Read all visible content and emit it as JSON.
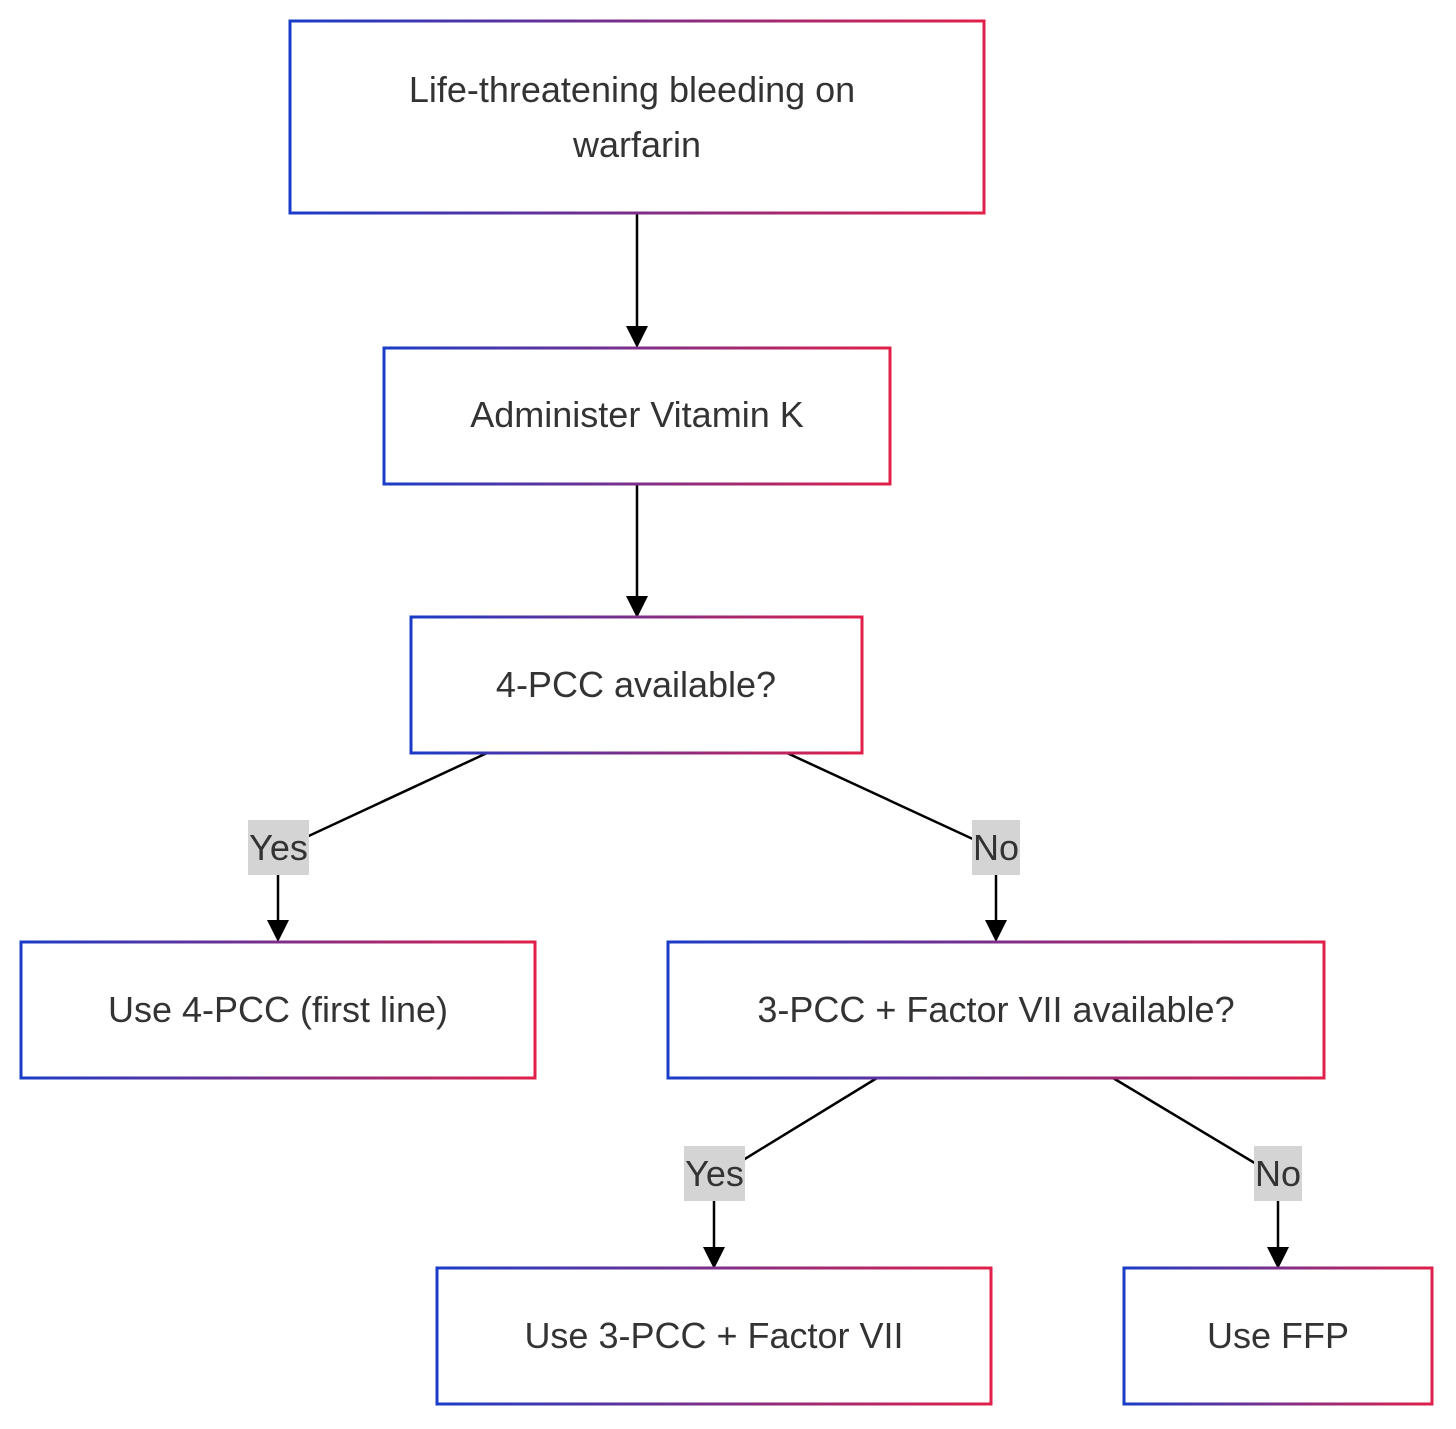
{
  "colors": {
    "border_gradient_start": "#1a3cc8",
    "border_gradient_end": "#e0204a",
    "text": "#333333",
    "edge": "#000000",
    "edge_label_background": "#d4d4d4",
    "node_fill": "#ffffff"
  },
  "nodes": {
    "start": {
      "line1": "Life-threatening bleeding on",
      "line2": "warfarin"
    },
    "vitamin_k": {
      "label": "Administer Vitamin K"
    },
    "pcc4_check": {
      "label": "4-PCC available?"
    },
    "use_pcc4": {
      "label": "Use 4-PCC (first line)"
    },
    "pcc3_check": {
      "label": "3-PCC + Factor VII available?"
    },
    "use_pcc3": {
      "label": "Use 3-PCC + Factor VII"
    },
    "use_ffp": {
      "label": "Use FFP"
    }
  },
  "edge_labels": {
    "pcc4_yes": "Yes",
    "pcc4_no": "No",
    "pcc3_yes": "Yes",
    "pcc3_no": "No"
  }
}
